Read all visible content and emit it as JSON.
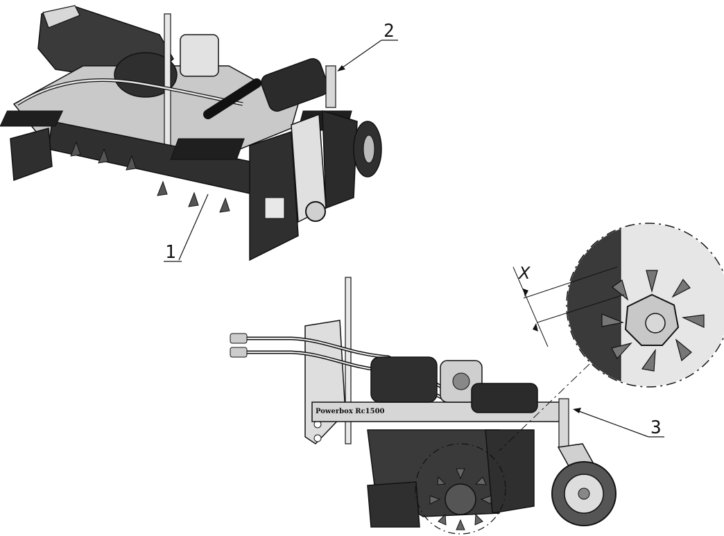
{
  "callouts": [
    {
      "id": "1",
      "text": "1"
    },
    {
      "id": "2",
      "text": "2"
    },
    {
      "id": "3",
      "text": "3"
    }
  ],
  "dimension_label": "X",
  "branding_text": "Powerbox Rc1500",
  "colors": {
    "line": "#111111",
    "dark_metal": "#3a3a3a",
    "mid_metal": "#9a9a9a",
    "light_metal": "#d8d8d8",
    "background": "#ffffff"
  }
}
